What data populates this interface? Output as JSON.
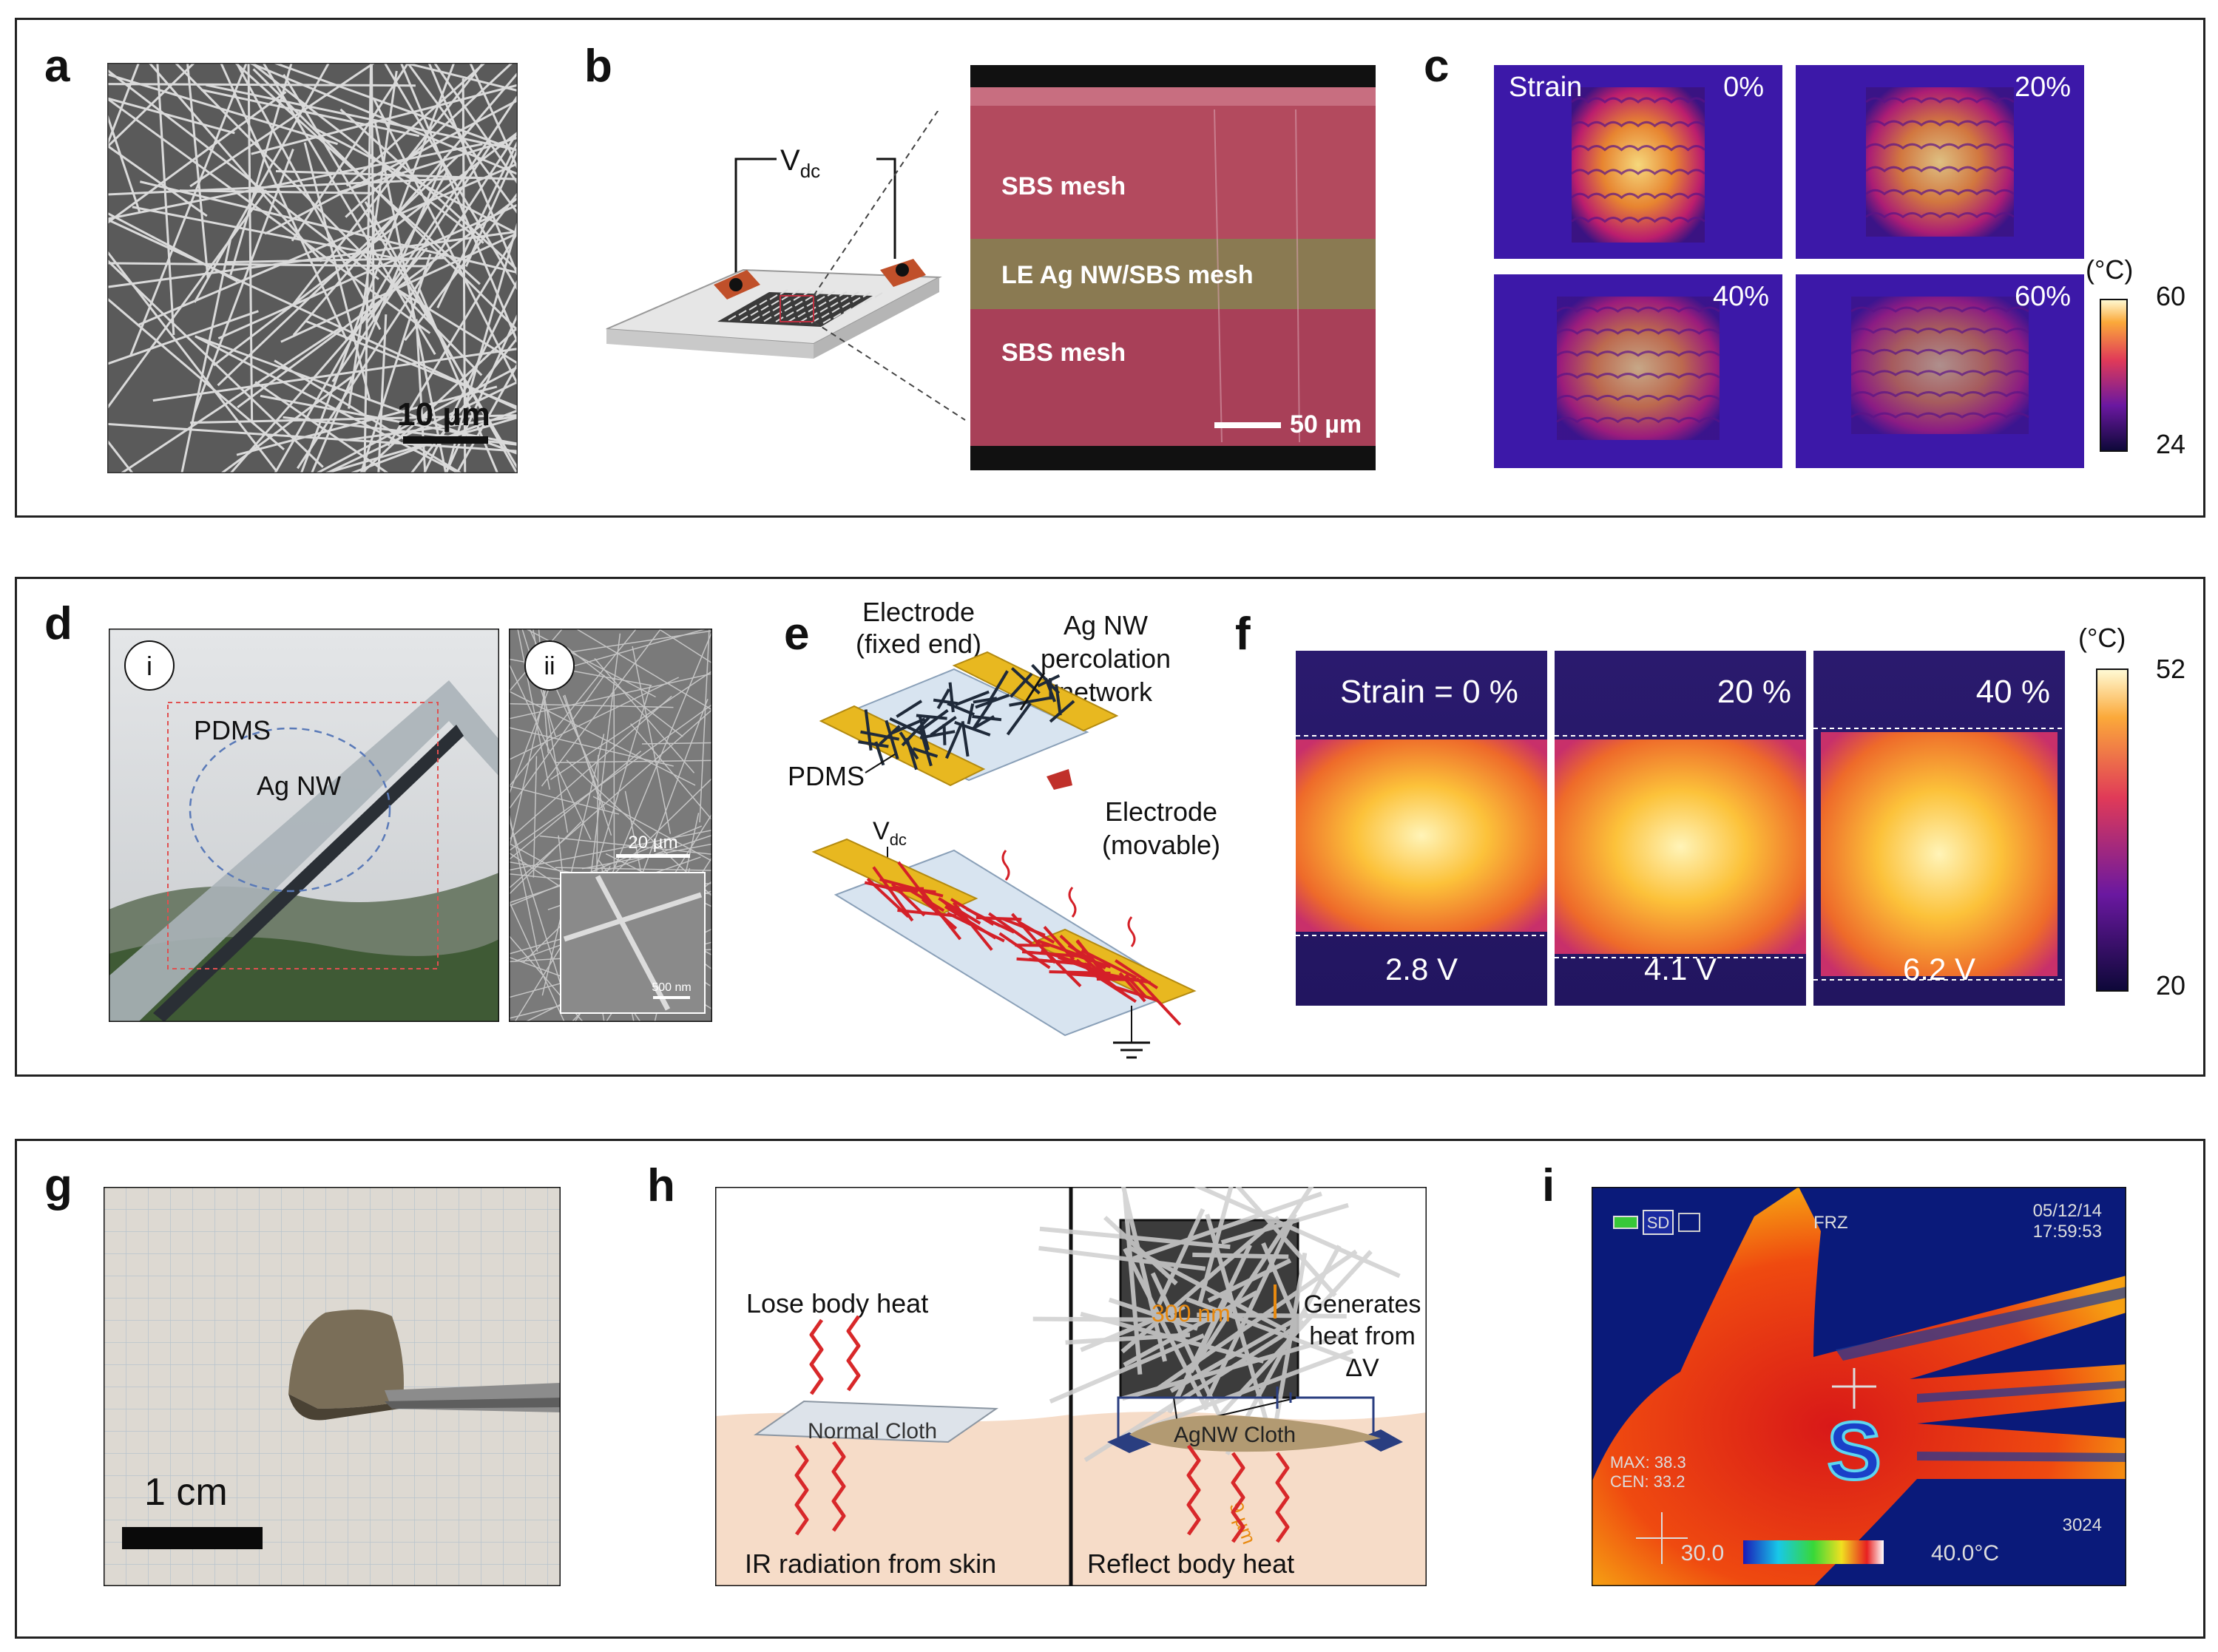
{
  "panel_labels": {
    "a": "a",
    "b": "b",
    "c": "c",
    "d": "d",
    "e": "e",
    "f": "f",
    "g": "g",
    "h": "h",
    "i": "i"
  },
  "panel_a": {
    "scale_bar": "10 µm"
  },
  "panel_b": {
    "voltage_label": "V",
    "voltage_subscript": "dc",
    "layer_top": "SBS mesh",
    "layer_middle": "LE Ag NW/SBS mesh",
    "layer_bottom": "SBS mesh",
    "scale_bar": "50 µm"
  },
  "panel_c": {
    "strain_label": "Strain",
    "strains": [
      "0%",
      "20%",
      "40%",
      "60%"
    ],
    "colorbar_unit": "(°C)",
    "colorbar_max": "60",
    "colorbar_min": "24",
    "colors": {
      "low": "#1a0a6b",
      "mid": "#d5205a",
      "high": "#ffe27a"
    }
  },
  "panel_d": {
    "sub_i": "i",
    "sub_ii": "ii",
    "label_pdms": "PDMS",
    "label_agnw": "Ag NW",
    "scale_main": "20 µm",
    "scale_inset": "500 nm"
  },
  "panel_e": {
    "electrode_fixed_1": "Electrode",
    "electrode_fixed_2": "(fixed end)",
    "network_1": "Ag NW",
    "network_2": "percolation",
    "network_3": "network",
    "pdms": "PDMS",
    "electrode_movable_1": "Electrode",
    "electrode_movable_2": "(movable)",
    "voltage": "V",
    "voltage_subscript": "dc"
  },
  "panel_f": {
    "strains": [
      "Strain = 0 %",
      "20 %",
      "40 %"
    ],
    "voltages": [
      "2.8 V",
      "4.1 V",
      "6.2 V"
    ],
    "colorbar_unit": "(°C)",
    "colorbar_max": "52",
    "colorbar_min": "20"
  },
  "panel_g": {
    "scale_bar": "1 cm"
  },
  "panel_h": {
    "lose_heat": "Lose body heat",
    "normal_cloth": "Normal Cloth",
    "ir_radiation": "IR radiation from skin",
    "agnw_cloth": "AgNW Cloth",
    "reflect_heat": "Reflect body heat",
    "generates_1": "Generates",
    "generates_2": "heat from",
    "generates_3": "ΔV",
    "inset_scale": "300 nm",
    "wavelength": "9 µm"
  },
  "panel_i": {
    "sd_badge": "SD",
    "frz": "FRZ",
    "date": "05/12/14",
    "time": "17:59:53",
    "max": "MAX: 38.3",
    "cen": "CEN: 33.2",
    "frame": "3024",
    "scale_min": "30.0",
    "scale_max": "40.0°C",
    "logo": "S"
  }
}
